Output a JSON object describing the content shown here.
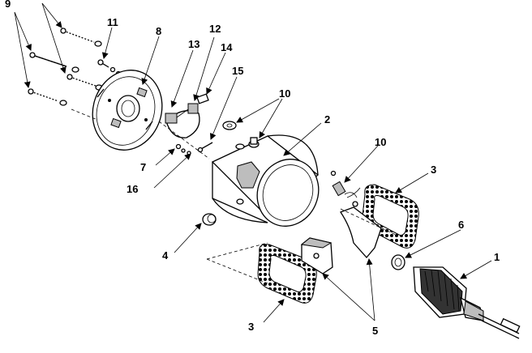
{
  "callouts": {
    "c1": "1",
    "c2": "2",
    "c3a": "3",
    "c3b": "3",
    "c4": "4",
    "c5": "5",
    "c6": "6",
    "c7": "7",
    "c8": "8",
    "c9": "9",
    "c10a": "10",
    "c10b": "10",
    "c11": "11",
    "c12": "12",
    "c13": "13",
    "c14": "14",
    "c15": "15",
    "c16": "16"
  }
}
